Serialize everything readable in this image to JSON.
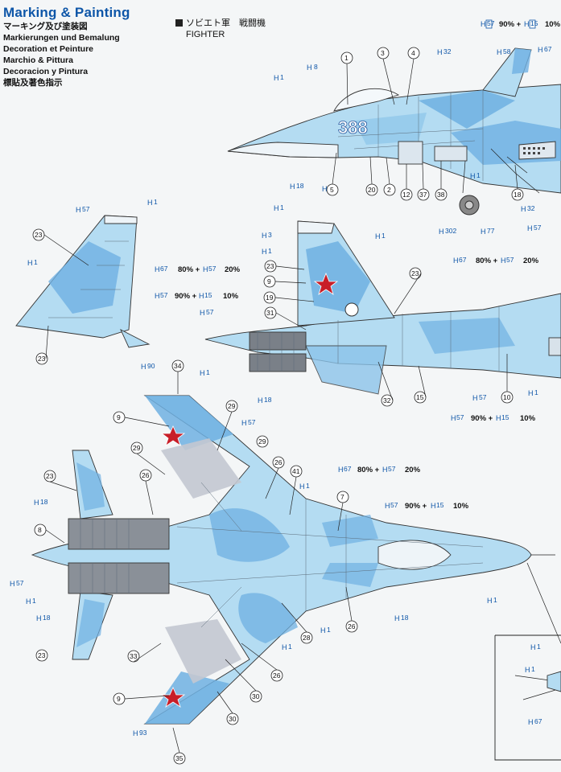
{
  "titles": {
    "main": "Marking & Painting",
    "lines": [
      "マーキング及び塗装図",
      "Markierungen und Bemalung",
      "Decoration et Peinture",
      "Marchio & Pittura",
      "Decoracion y Pintura",
      "標貼及著色指示"
    ]
  },
  "header": {
    "line1": "ソビエト軍　戦闘機",
    "line2": "FIGHTER"
  },
  "tail_number": "388",
  "mix_labels": {
    "top": "90% +",
    "top_h2": "15",
    "top_pct2": "10%",
    "m1_pct1": "80% +",
    "m1_pct2": "20%",
    "m2_pct1": "90% +",
    "m2_pct2": "10%",
    "r1_pct1": "80% +",
    "r1_pct2": "20%",
    "r2_pct1": "90% +",
    "r2_pct2": "10%",
    "b1_pct1": "80% +",
    "b1_pct2": "20%",
    "b2_pct1": "90% +",
    "b2_pct2": "10%"
  },
  "codes": {
    "h1": "H",
    "n1": "1",
    "n3": "3",
    "n8": "8",
    "n15": "15",
    "n18": "18",
    "n32": "32",
    "n57": "57",
    "n58": "58",
    "n67": "67",
    "n77": "77",
    "n90": "90",
    "n93": "93",
    "n302": "302"
  },
  "callouts": [
    "1",
    "3",
    "4",
    "5",
    "20",
    "2",
    "12",
    "37",
    "38",
    "18",
    "23",
    "9",
    "19",
    "31",
    "32",
    "15",
    "10",
    "34",
    "29",
    "26",
    "28",
    "41",
    "7",
    "8",
    "33",
    "30",
    "35"
  ],
  "colors": {
    "light_blue": "#a9d6ef",
    "mid_blue": "#6aa8de",
    "grey": "#c3c8d0",
    "code_blue": "#0e56a8"
  }
}
